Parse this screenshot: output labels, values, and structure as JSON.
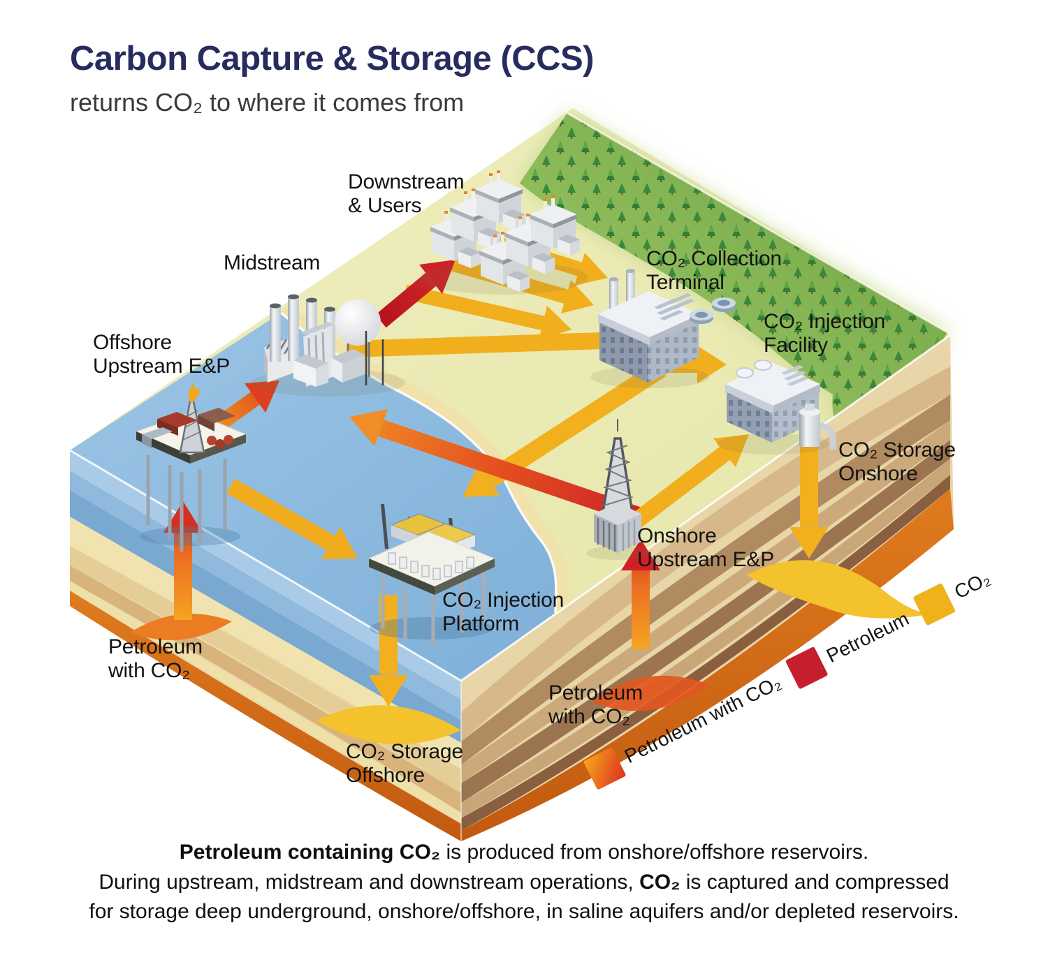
{
  "header": {
    "title": "Carbon Capture & Storage (CCS)",
    "subtitle": "returns CO₂ to where it comes from"
  },
  "labels": {
    "downstream": "Downstream\n& Users",
    "midstream": "Midstream",
    "offshore_ep": "Offshore\nUpstream E&P",
    "collection_terminal": "CO₂ Collection\nTerminal",
    "injection_facility": "CO₂ Injection\nFacility",
    "storage_onshore": "CO₂ Storage\nOnshore",
    "injection_platform": "CO₂ Injection\nPlatform",
    "onshore_ep": "Onshore\nUpstream E&P",
    "petroleum_offshore": "Petroleum\nwith CO₂",
    "petroleum_onshore": "Petroleum\nwith CO₂",
    "storage_offshore": "CO₂ Storage\nOffshore"
  },
  "legend": {
    "items": [
      {
        "label": "Petroleum with CO₂",
        "swatch_style": "background:linear-gradient(135deg,#f6a21c 5%,#e4531f 70%,#d8341f 100%)"
      },
      {
        "label": "Petroleum",
        "swatch_style": "background:#c51f2e"
      },
      {
        "label": "CO₂",
        "swatch_style": "background:#f0b21b"
      }
    ]
  },
  "caption": {
    "line1_bold": "Petroleum containing CO₂",
    "line1_rest": " is produced from onshore/offshore reservoirs.",
    "line2_pre": "During upstream, midstream and downstream operations, ",
    "line2_bold": "CO₂",
    "line2_rest": " is captured and compressed",
    "line3": "for storage deep underground, onshore/offshore, in saline aquifers and/or depleted reservoirs."
  },
  "colors": {
    "title_navy": "#272c5f",
    "co2_yellow": "#F1B01E",
    "petroleum_red": "#C51F2E",
    "petroleum_with_co2_orange": "#F09A26",
    "petroleum_with_co2_red": "#D8341F",
    "water_blue": "#8ABADE",
    "land": "#EAEAB2",
    "forest_green": "#5E9F3E"
  }
}
